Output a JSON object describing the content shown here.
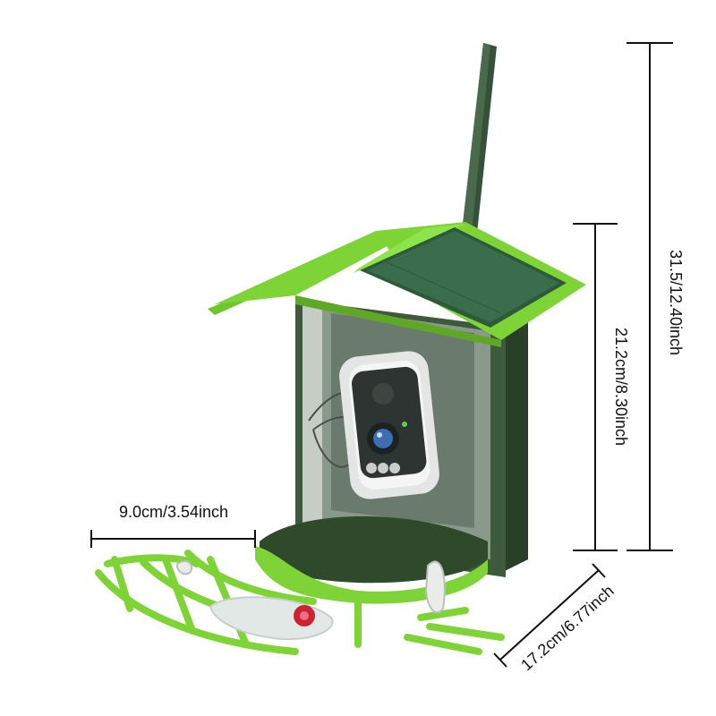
{
  "dimensions": {
    "total_height": "31.5/12.40inch",
    "body_height": "21.2cm/8.30inch",
    "perch_width": "9.0cm/3.54inch",
    "depth": "17.2cm/6.77inch"
  },
  "colors": {
    "accent_green": "#7ed436",
    "dark_green": "#2f4a2b",
    "solar_panel": "#2d5a3b",
    "camera_white": "#eef0ef",
    "feeder_port": "#cc2233",
    "background": "#ffffff"
  }
}
